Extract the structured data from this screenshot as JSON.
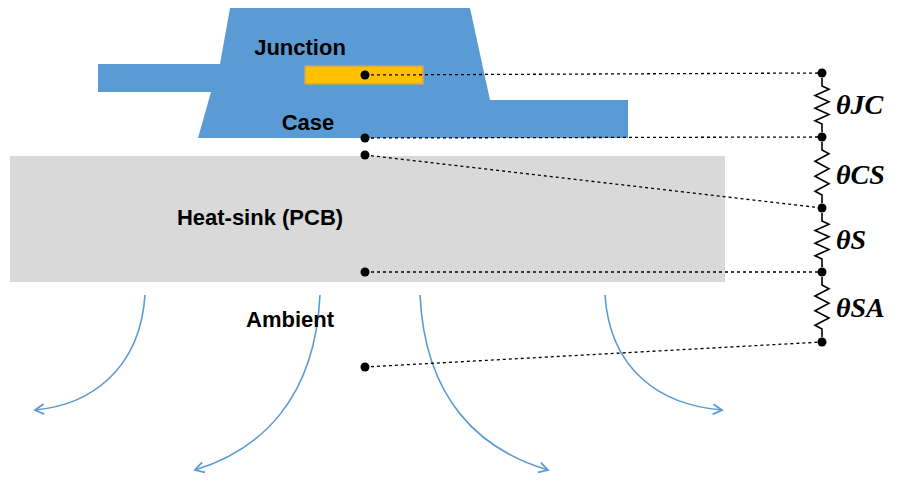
{
  "diagram": {
    "nodes": [
      {
        "text": [
          "Junction",
          "Case"
        ]
      },
      {
        "text": [
          "Heat-sink (PCB)"
        ]
      }
    ],
    "labels": [
      "Ambient",
      "θJC",
      "θCS",
      "θS",
      "θSA"
    ]
  }
}
